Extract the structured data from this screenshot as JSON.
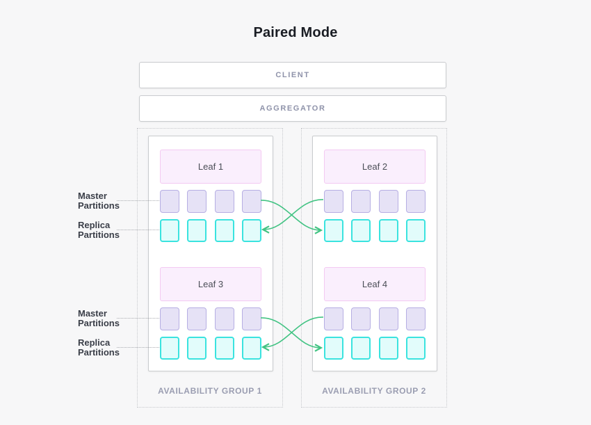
{
  "title": "Paired Mode",
  "client": {
    "label": "CLIENT"
  },
  "aggregator": {
    "label": "AGGREGATOR"
  },
  "side_labels": {
    "master": {
      "line1": "Master",
      "line2": "Partitions"
    },
    "replica": {
      "line1": "Replica",
      "line2": "Partitions"
    }
  },
  "partitions": {
    "master_count": 4,
    "replica_count": 4
  },
  "groups": [
    {
      "label": "AVAILABILITY GROUP 1",
      "leaves": [
        {
          "name": "Leaf 1"
        },
        {
          "name": "Leaf 3"
        }
      ]
    },
    {
      "label": "AVAILABILITY GROUP 2",
      "leaves": [
        {
          "name": "Leaf 2"
        },
        {
          "name": "Leaf 4"
        }
      ]
    }
  ],
  "colors": {
    "bg": "#f7f7f8",
    "title-text": "#1a1d24",
    "box-border": "#c9cbce",
    "tier-text": "#8f93aa",
    "group-border": "#c6c8cc",
    "group-label": "#9a9db1",
    "leaf-fill": "#faeffd",
    "leaf-border": "#f3c9f2",
    "leaf-text": "#4b4e57",
    "master-fill": "#e6e2f6",
    "master-border": "#b6aee3",
    "replica-fill": "#e2fcfb",
    "replica-border": "#3ae3df",
    "arrow": "#42c383",
    "side-label-text": "#3a3e48",
    "leader": "#a9abb0"
  }
}
